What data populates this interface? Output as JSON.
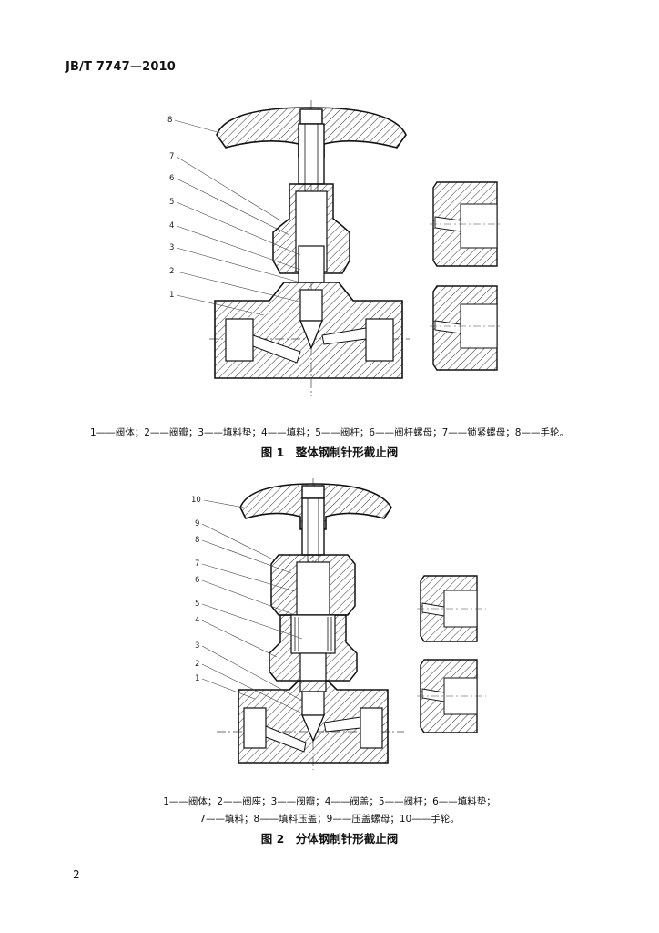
{
  "header": {
    "standard": "JB/T 7747—2010"
  },
  "figure1": {
    "callouts": [
      "8",
      "7",
      "6",
      "5",
      "4",
      "3",
      "2",
      "1"
    ],
    "legend": "1——阀体；2——阀瓣；3——填料垫；4——填料；5——阀杆；6——阀杆螺母；7——锁紧螺母；8——手轮。",
    "caption": "图 1　整体钢制针形截止阀"
  },
  "figure2": {
    "callouts": [
      "10",
      "9",
      "8",
      "7",
      "6",
      "5",
      "4",
      "3",
      "2",
      "1"
    ],
    "legend_line1": "1——阀体；2——阀座；3——阀瓣；4——阀盖；5——阀杆；6——填料垫；",
    "legend_line2": "7——填料；8——填料压盖；9——压盖螺母；10——手轮。",
    "caption": "图 2　分体钢制针形截止阀"
  },
  "page": {
    "number": "2"
  }
}
